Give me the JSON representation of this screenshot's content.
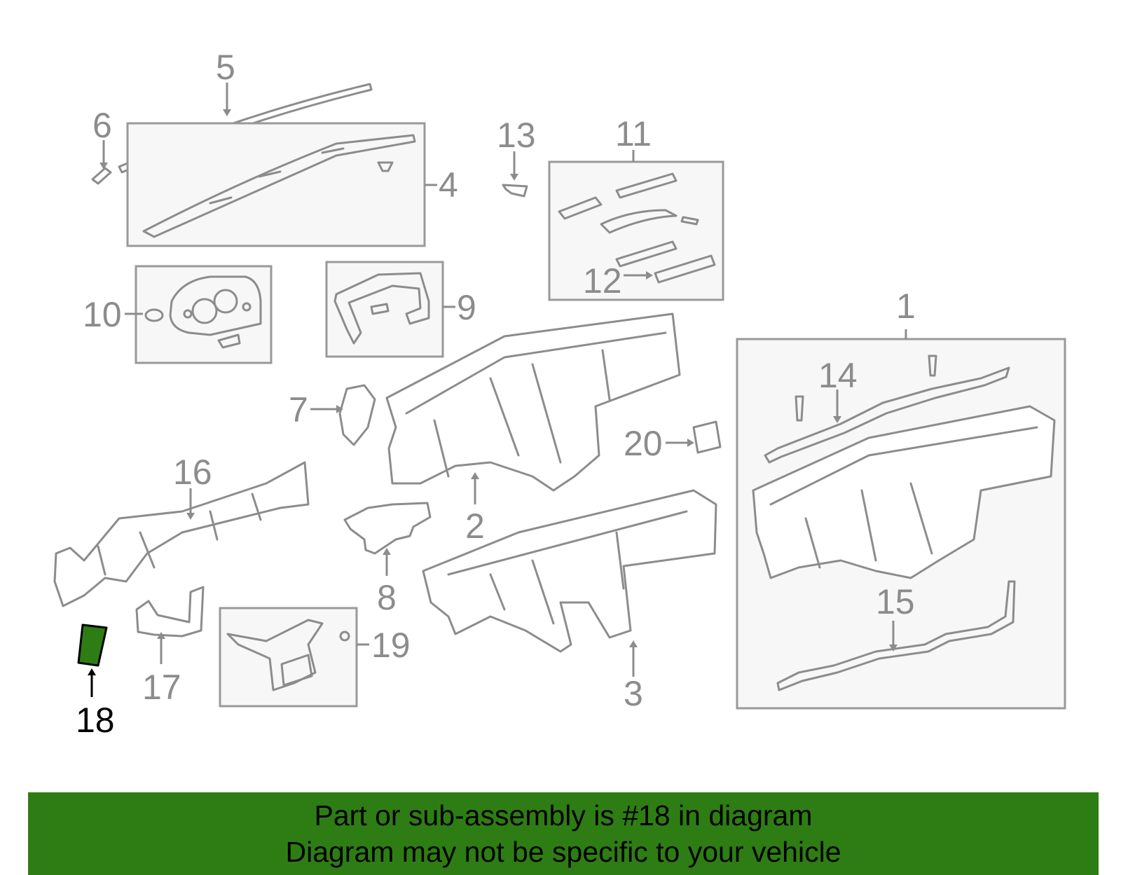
{
  "colors": {
    "highlight": "#2e7d14",
    "part_stroke": "#8c8c8c",
    "box_fill": "#f7f7f7",
    "banner": "#2e7d14"
  },
  "callouts": {
    "c1": "1",
    "c2": "2",
    "c3": "3",
    "c4": "4",
    "c5": "5",
    "c6": "6",
    "c7": "7",
    "c8": "8",
    "c9": "9",
    "c10": "10",
    "c11": "11",
    "c12": "12",
    "c13": "13",
    "c14": "14",
    "c15": "15",
    "c16": "16",
    "c17": "17",
    "c18": "18",
    "c19": "19",
    "c20": "20"
  },
  "highlighted_part": "18",
  "footer": {
    "line1": "Part or sub-assembly is #18 in diagram",
    "line2": "Diagram may not be specific to your vehicle"
  }
}
